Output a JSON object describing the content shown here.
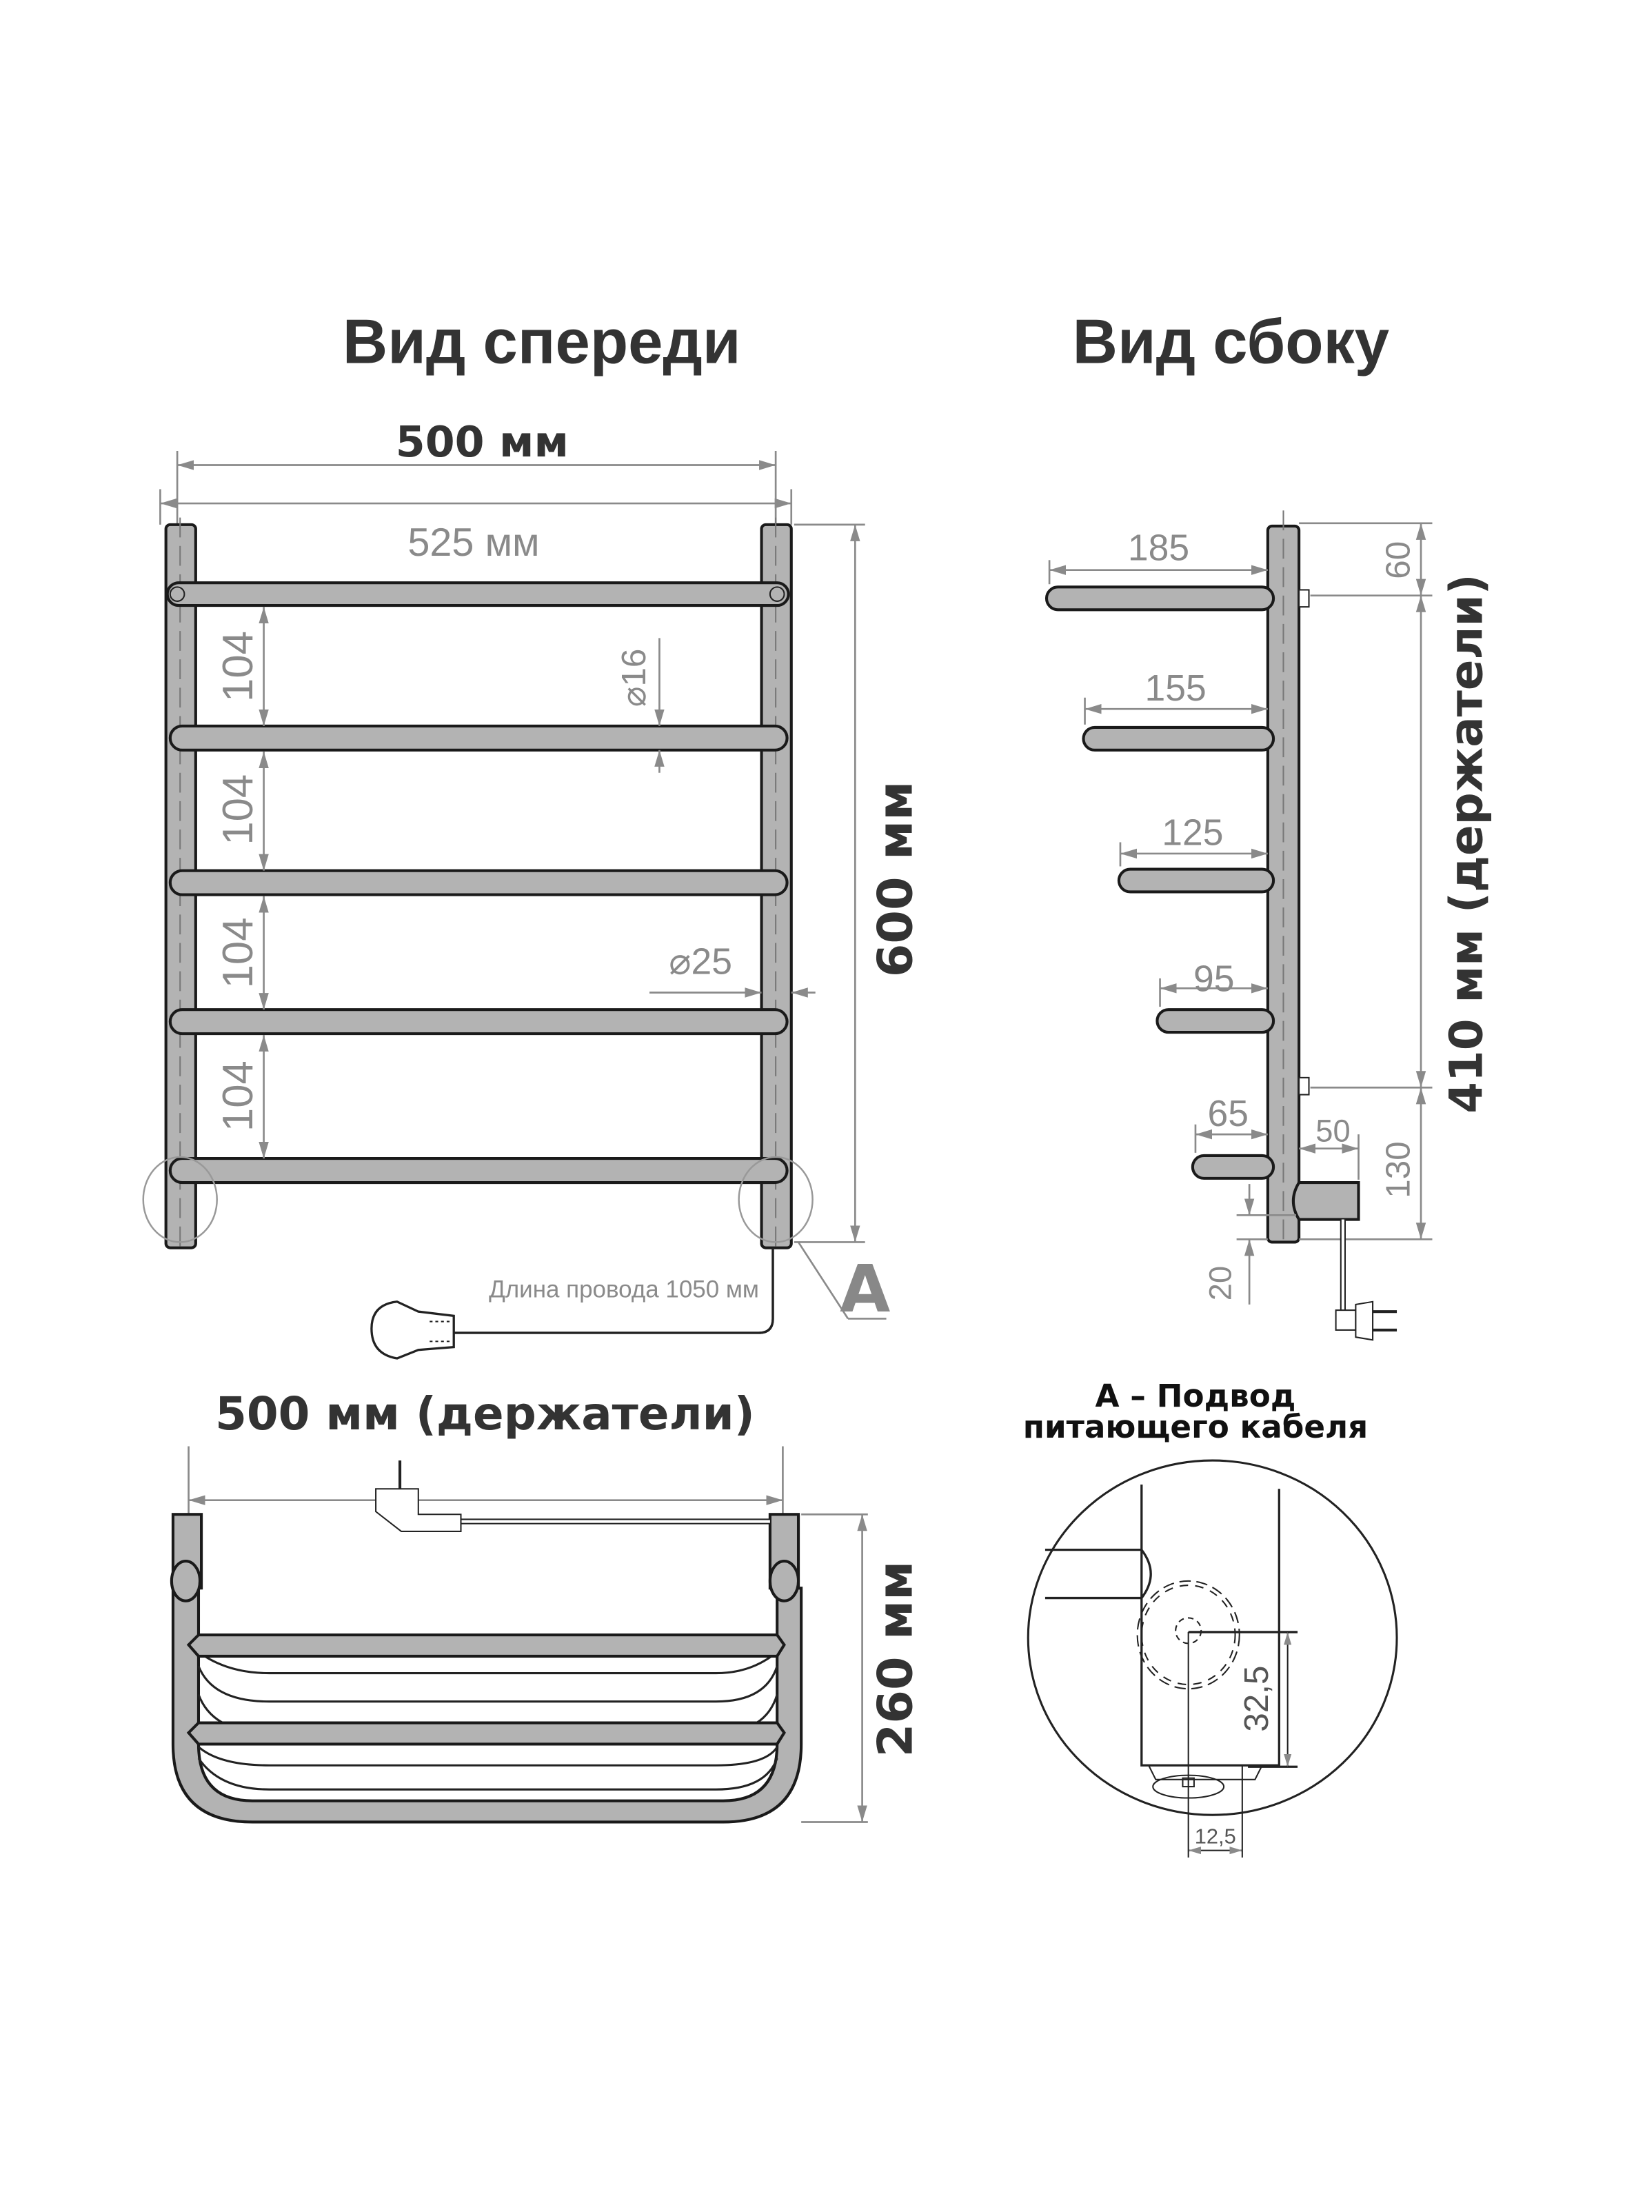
{
  "front_view": {
    "title": "Вид спереди",
    "width_outer": "500 мм",
    "width_total": "525 мм",
    "height": "600 мм",
    "rail_spacing": [
      "104",
      "104",
      "104",
      "104"
    ],
    "rail_diameter": "⌀16",
    "pipe_diameter": "⌀25",
    "cable_length": "Длина провода 1050 мм",
    "detail_marker": "A"
  },
  "side_view": {
    "title": "Вид сбоку",
    "rail_depths": [
      "185",
      "155",
      "125",
      "95",
      "65"
    ],
    "top_offset": "60",
    "holders_height": "410 мм (держатели)",
    "bottom_offset": "130",
    "outlet_depth": "50",
    "outlet_offset": "20"
  },
  "top_view": {
    "holders_width": "500 мм (держатели)",
    "depth": "260 мм"
  },
  "detail_a": {
    "title_line1": "A – Подвод",
    "title_line2": "питающего кабеля",
    "vertical_dim": "32,5",
    "horizontal_dim": "12,5"
  }
}
